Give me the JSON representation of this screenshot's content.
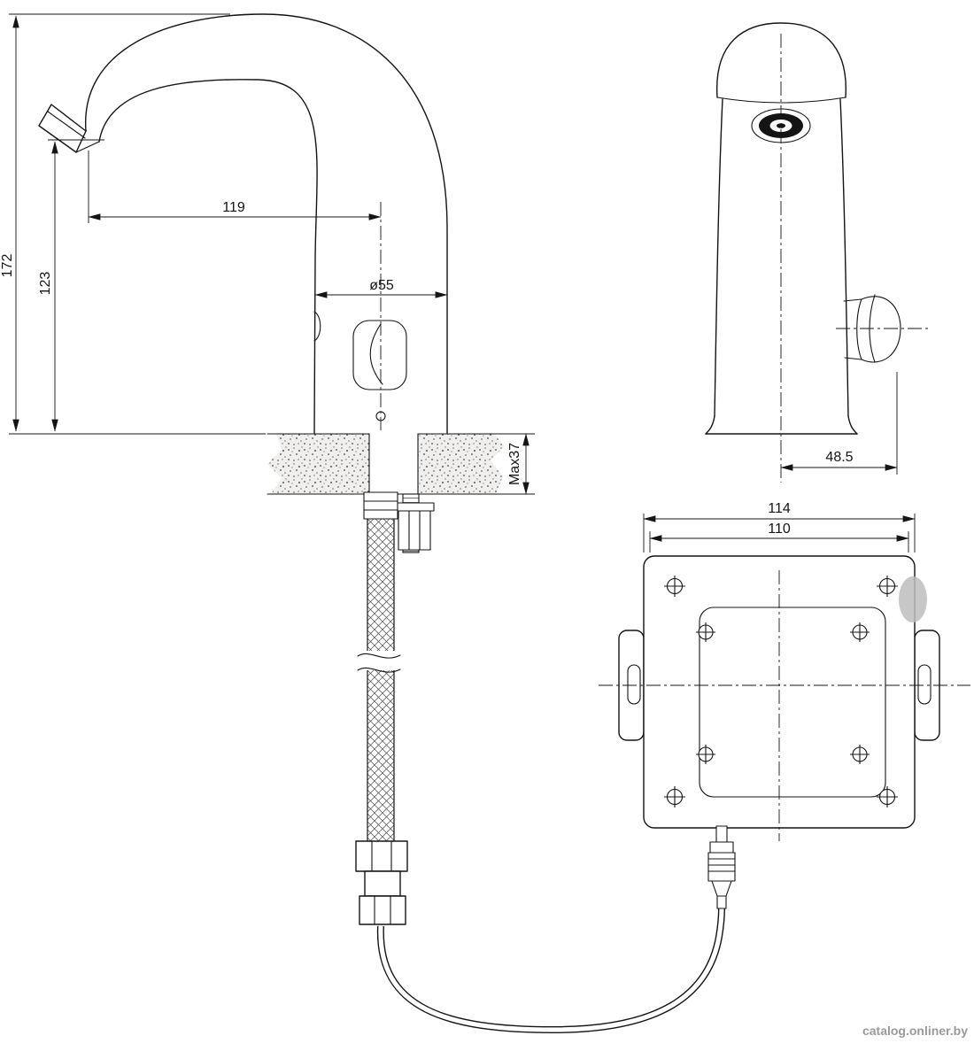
{
  "colors": {
    "line": "#141414",
    "watermark": "#9a9a9a",
    "smudge": "#bdbdbd"
  },
  "side_view": {
    "overall_height": "172",
    "outlet_height": "123",
    "spout_reach": "119",
    "body_diameter": "ø55",
    "deck_thickness": "Max37"
  },
  "front_view": {
    "center_to_handle": "48.5"
  },
  "control_box": {
    "outer_width": "114",
    "inner_width": "110"
  },
  "watermark": {
    "text": "catalog.onliner.by"
  }
}
